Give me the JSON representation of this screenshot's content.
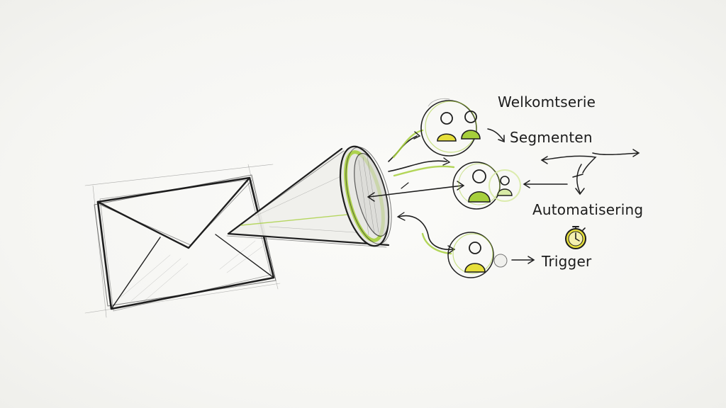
{
  "labels": {
    "welcome_series": "Welkomtserie",
    "segments": "Segmenten",
    "automation": "Automatisering",
    "trigger": "Trigger"
  },
  "colors": {
    "ink": "#1e1e1e",
    "accent_green": "#a6cf3c",
    "accent_yellow": "#e6df3a",
    "pale_green": "#d8eaa6"
  },
  "icons": [
    "envelope-icon",
    "megaphone-icon",
    "audience-icon",
    "stopwatch-icon",
    "arrow-icon"
  ]
}
